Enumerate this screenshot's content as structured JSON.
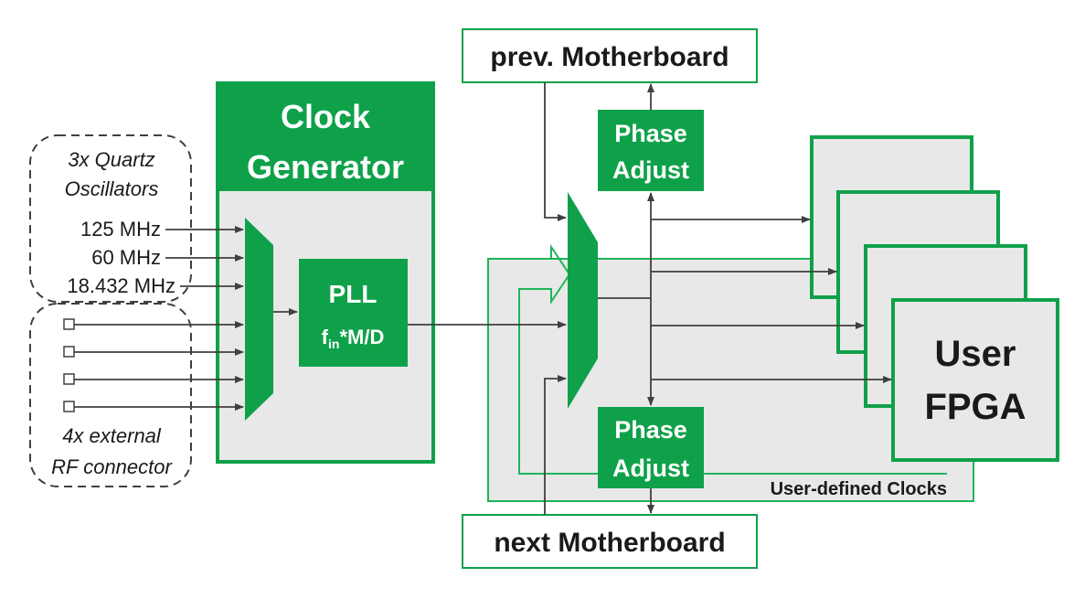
{
  "colors": {
    "green": "#0fa14a",
    "green_light": "#1db55a",
    "panel_fill": "#e8e8e8",
    "line": "#404040",
    "text": "#1a1a1a"
  },
  "quartz_group": {
    "line1": "3x Quartz",
    "line2": "Oscillators"
  },
  "frequencies": [
    "125 MHz",
    "60 MHz",
    "18.432 MHz"
  ],
  "rf_group": {
    "line1": "4x external",
    "line2": "RF connector"
  },
  "clock_generator": {
    "line1": "Clock",
    "line2": "Generator"
  },
  "pll": {
    "title": "PLL",
    "formula_base": "f",
    "formula_sub": "in",
    "formula_rest": "*M/D"
  },
  "prev_motherboard": "prev. Motherboard",
  "next_motherboard": "next Motherboard",
  "phase_adjust_top": {
    "line1": "Phase",
    "line2": "Adjust"
  },
  "phase_adjust_bottom": {
    "line1": "Phase",
    "line2": "Adjust"
  },
  "user_defined_clocks": "User-defined Clocks",
  "user_fpga": {
    "line1": "User",
    "line2": "FPGA"
  }
}
